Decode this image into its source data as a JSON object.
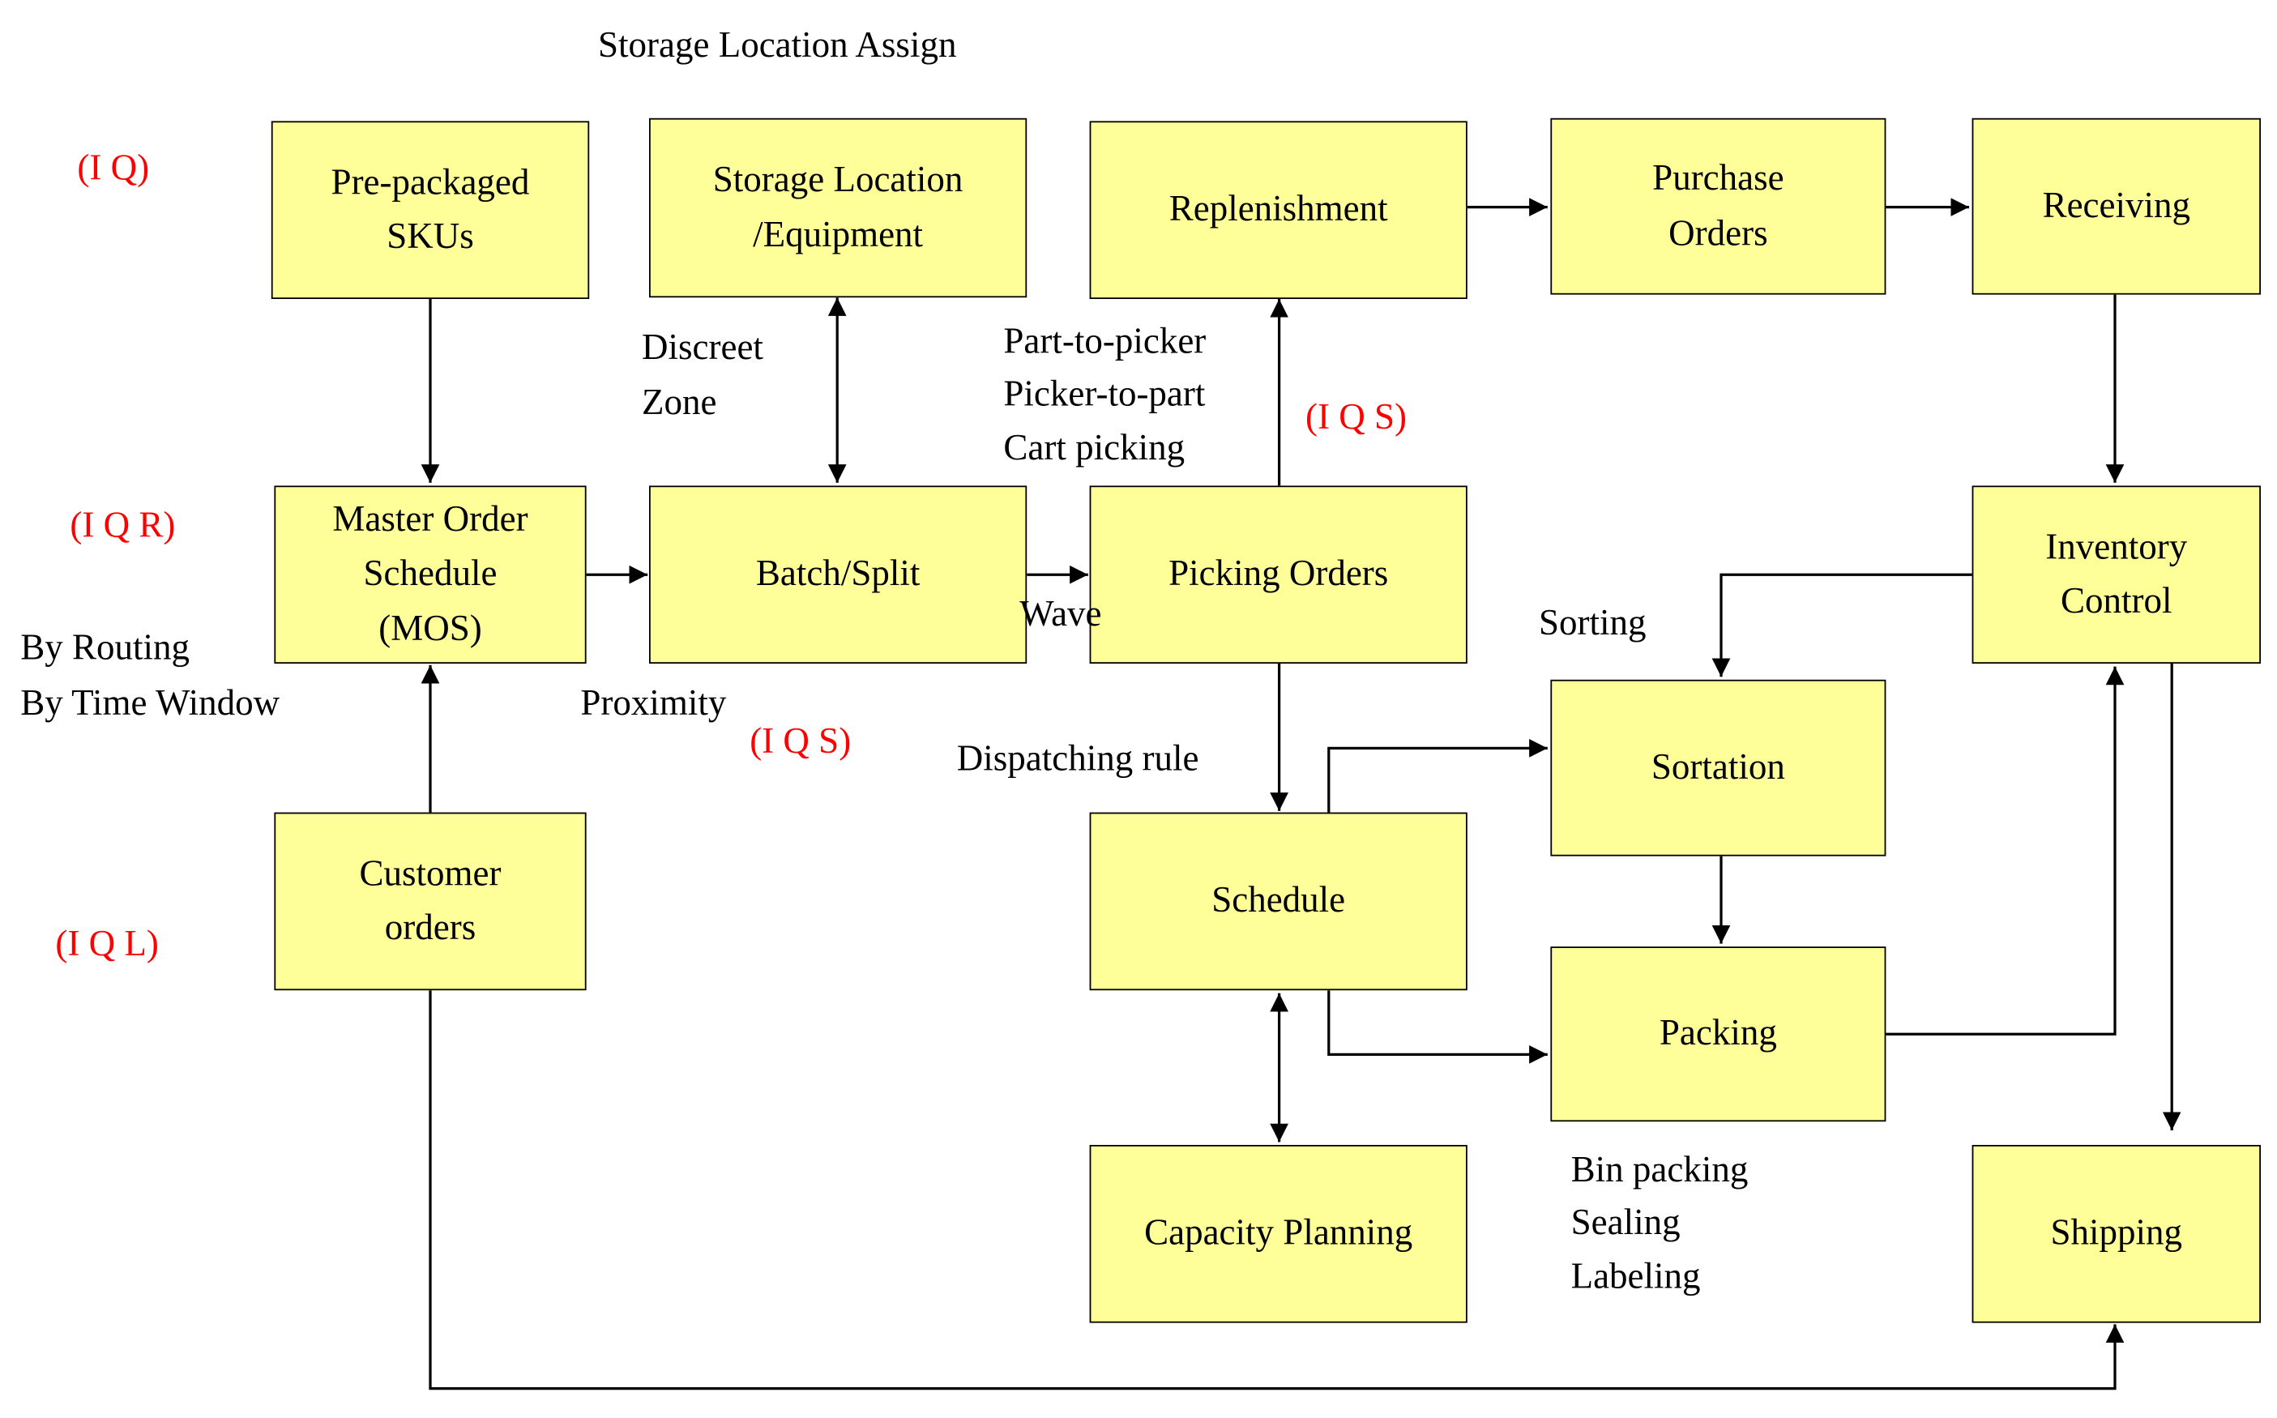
{
  "boxes": {
    "prepackaged": "Pre-packaged\nSKUs",
    "storage_location": "Storage Location\n/Equipment",
    "replenishment": "Replenishment",
    "purchase_orders": "Purchase\nOrders",
    "receiving": "Receiving",
    "master_order": "Master Order\nSchedule\n(MOS)",
    "batch_split": "Batch/Split",
    "picking_orders": "Picking  Orders",
    "inventory_control": "Inventory\nControl",
    "sortation": "Sortation",
    "customer_orders": "Customer\norders",
    "schedule": "Schedule",
    "packing": "Packing",
    "capacity_planning": "Capacity  Planning",
    "shipping": "Shipping"
  },
  "labels": {
    "storage_assign": "Storage Location  Assign",
    "discreet_zone": "Discreet\nZone",
    "picking_methods": "Part-to-picker\nPicker-to-part\nCart picking",
    "by_routing": "By Routing\nBy Time  Window",
    "proximity": "Proximity",
    "wave": "Wave",
    "sorting": "Sorting",
    "dispatching": "Dispatching  rule",
    "packing_tasks": "Bin packing\nSealing\nLabeling"
  },
  "tags": {
    "iq": "(I Q)",
    "iqr": "(I Q R)",
    "iql": "(I Q L)",
    "iqs_top": "(I Q S)",
    "iqs_bottom": "(I Q S)"
  },
  "colors": {
    "box_fill": "#ffff99",
    "tag_color": "#ff0000",
    "line": "#000000"
  }
}
